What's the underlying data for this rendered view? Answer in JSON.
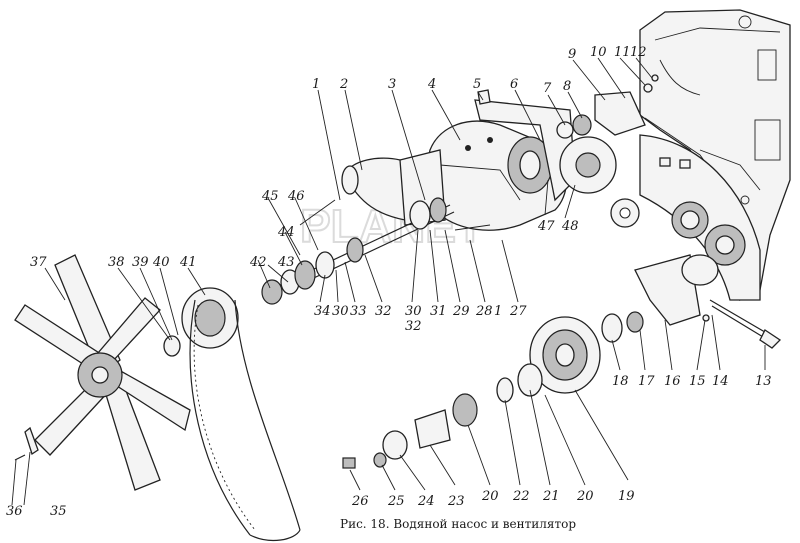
{
  "figure": {
    "caption": "Рис. 18. Водяной насос и вентилятор",
    "watermark": "PLANET"
  },
  "callouts": [
    {
      "label": "1"
    },
    {
      "label": "2"
    },
    {
      "label": "3"
    },
    {
      "label": "4"
    },
    {
      "label": "5"
    },
    {
      "label": "6"
    },
    {
      "label": "7"
    },
    {
      "label": "8"
    },
    {
      "label": "9"
    },
    {
      "label": "10"
    },
    {
      "label": "11"
    },
    {
      "label": "12"
    },
    {
      "label": "13"
    },
    {
      "label": "14"
    },
    {
      "label": "15"
    },
    {
      "label": "16"
    },
    {
      "label": "17"
    },
    {
      "label": "18"
    },
    {
      "label": "19"
    },
    {
      "label": "20"
    },
    {
      "label": "20"
    },
    {
      "label": "21"
    },
    {
      "label": "22"
    },
    {
      "label": "23"
    },
    {
      "label": "24"
    },
    {
      "label": "25"
    },
    {
      "label": "26"
    },
    {
      "label": "27"
    },
    {
      "label": "28"
    },
    {
      "label": "1"
    },
    {
      "label": "29"
    },
    {
      "label": "30"
    },
    {
      "label": "31"
    },
    {
      "label": "30"
    },
    {
      "label": "32"
    },
    {
      "label": "32"
    },
    {
      "label": "33"
    },
    {
      "label": "34"
    },
    {
      "label": "35"
    },
    {
      "label": "36"
    },
    {
      "label": "37"
    },
    {
      "label": "38"
    },
    {
      "label": "39"
    },
    {
      "label": "40"
    },
    {
      "label": "41"
    },
    {
      "label": "42"
    },
    {
      "label": "43"
    },
    {
      "label": "44"
    },
    {
      "label": "45"
    },
    {
      "label": "46"
    },
    {
      "label": "47"
    },
    {
      "label": "48"
    }
  ]
}
